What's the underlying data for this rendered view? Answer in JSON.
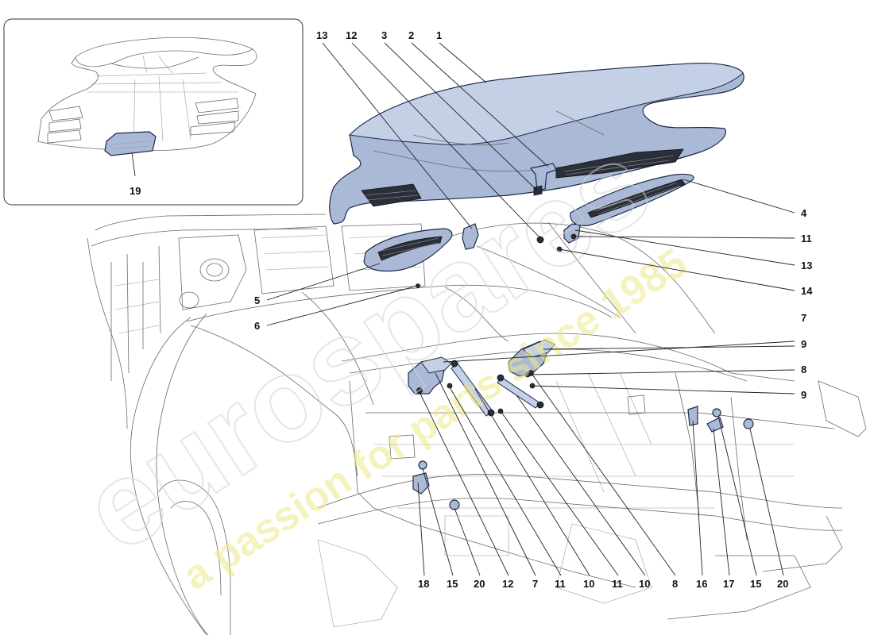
{
  "diagram": {
    "inset_label": "19",
    "callouts_top": [
      "13",
      "12",
      "3",
      "2",
      "1"
    ],
    "callouts_right": [
      "4",
      "11",
      "13",
      "14",
      "7",
      "9",
      "8",
      "9"
    ],
    "callouts_left": [
      "5",
      "6"
    ],
    "callouts_bottom": [
      "18",
      "15",
      "20",
      "12",
      "7",
      "11",
      "10",
      "11",
      "10",
      "8",
      "16",
      "17",
      "15",
      "20"
    ]
  },
  "watermark": {
    "text": "eurospares",
    "tagline": "a passion for parts since 1985"
  },
  "colors": {
    "highlight_part": "#a9b9d6",
    "outline": "#1e2a4a",
    "watermark_text": "#dcdcdc",
    "watermark_tagline": "#f3efa0"
  }
}
